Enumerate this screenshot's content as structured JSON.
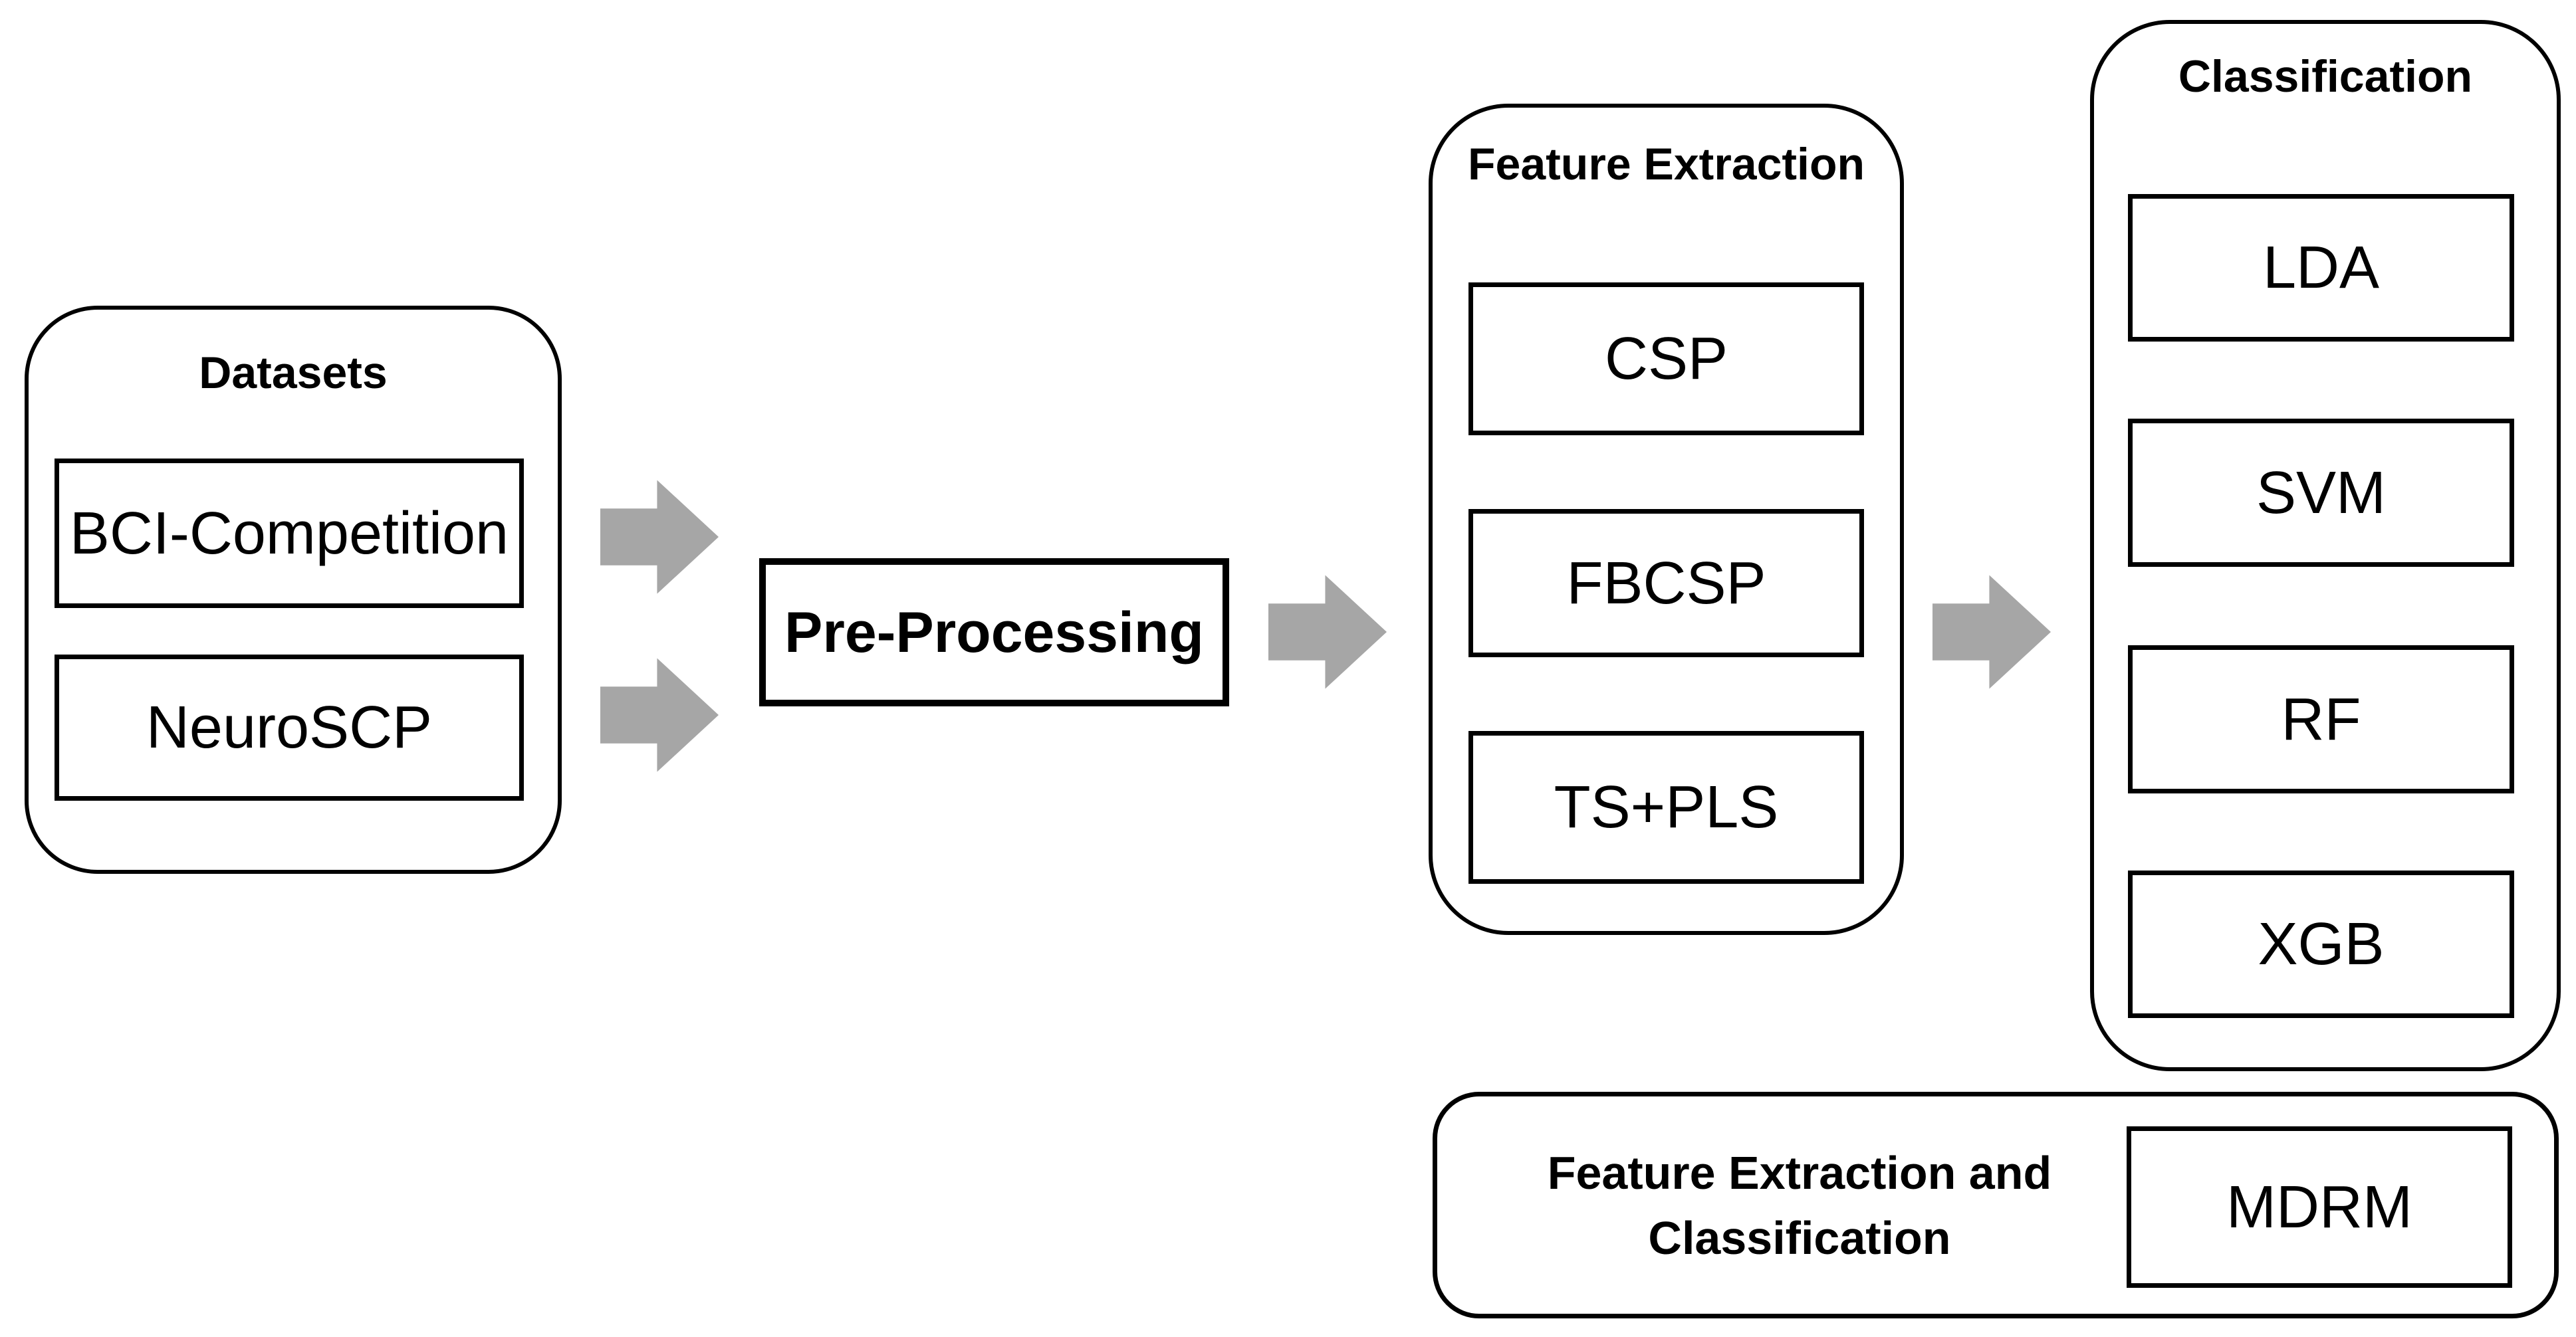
{
  "diagram": {
    "background": "#ffffff",
    "stroke_color": "#000000",
    "arrow_color": "#a6a6a6"
  },
  "datasets": {
    "title": "Datasets",
    "items": [
      "BCI-Competition",
      "NeuroSCP"
    ]
  },
  "preprocessing": {
    "label": "Pre-Processing"
  },
  "feature_extraction": {
    "title": "Feature Extraction",
    "items": [
      "CSP",
      "FBCSP",
      "TS+PLS"
    ]
  },
  "classification": {
    "title": "Classification",
    "items": [
      "LDA",
      "SVM",
      "RF",
      "XGB"
    ]
  },
  "feature_extraction_and_classification": {
    "title": "Feature Extraction and Classification",
    "items": [
      "MDRM"
    ]
  }
}
